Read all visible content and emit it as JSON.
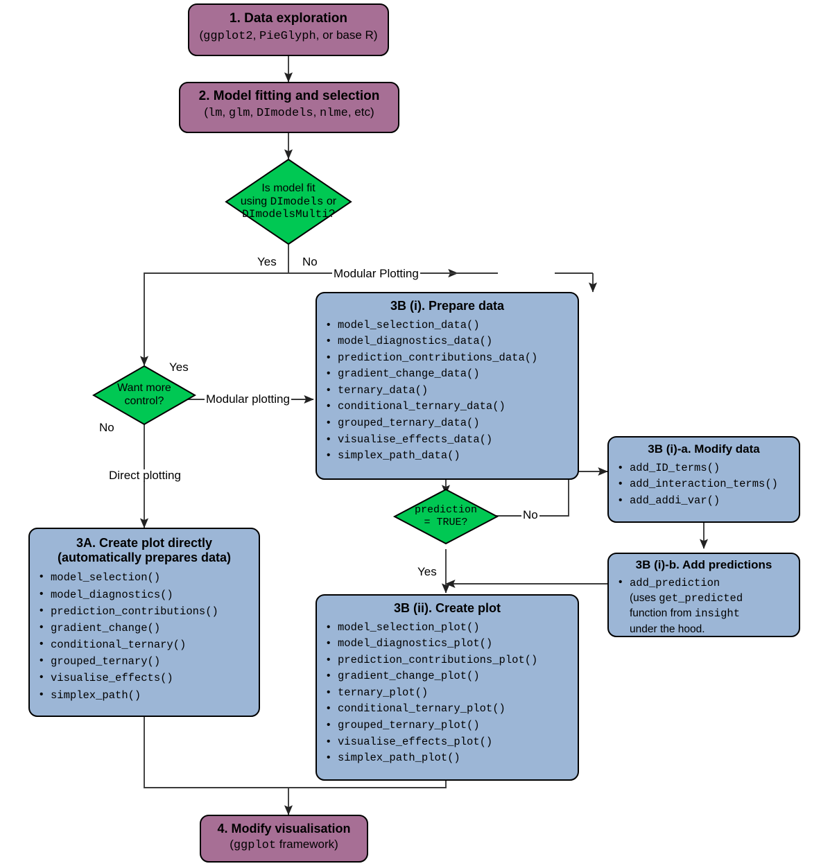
{
  "diagram": {
    "title": "DImodelsVis plotting workflow",
    "colors": {
      "step_box": "#a76f95",
      "function_box": "#9cb6d6",
      "decision": "#00c853",
      "outline": "#000000",
      "edge": "#3a3a3a"
    }
  },
  "nodes": {
    "step1": {
      "title": "1. Data exploration",
      "subtitle_parts": [
        "(",
        "ggplot2",
        ", ",
        "PieGlyph",
        ", or base R)"
      ],
      "subtitle": "(ggplot2, PieGlyph, or base R)"
    },
    "step2": {
      "title": "2. Model fitting and selection",
      "subtitle": "(lm, glm, DImodels, nlme, etc)"
    },
    "decision1": {
      "line1": "Is model fit",
      "line2_a": "using ",
      "line2_mono": "DImodels",
      "line2_b": " or",
      "line3_mono": "DImodelsMulti",
      "line3_b": "?",
      "text": "Is model fit using DImodels or DImodelsMulti?"
    },
    "decision2": {
      "line1": "Want more",
      "line2": "control?",
      "text": "Want more control?"
    },
    "decision3": {
      "line1": "prediction",
      "line2": "= TRUE?",
      "text": "prediction = TRUE?"
    },
    "step3a": {
      "title_line1": "3A. Create plot directly",
      "title_line2": "(automatically prepares data)",
      "items": [
        "model_selection()",
        "model_diagnostics()",
        "prediction_contributions()",
        "gradient_change()",
        "conditional_ternary()",
        "grouped_ternary()",
        "visualise_effects()",
        "simplex_path()"
      ]
    },
    "step3bi": {
      "title": "3B (i). Prepare data",
      "items": [
        "model_selection_data()",
        "model_diagnostics_data()",
        "prediction_contributions_data()",
        "gradient_change_data()",
        "ternary_data()",
        "conditional_ternary_data()",
        "grouped_ternary_data()",
        "visualise_effects_data()",
        "simplex_path_data()"
      ]
    },
    "step3bii": {
      "title": "3B (ii). Create plot",
      "items": [
        "model_selection_plot()",
        "model_diagnostics_plot()",
        "prediction_contributions_plot()",
        "gradient_change_plot()",
        "ternary_plot()",
        "conditional_ternary_plot()",
        "grouped_ternary_plot()",
        "visualise_effects_plot()",
        "simplex_path_plot()"
      ]
    },
    "step3bia": {
      "title": "3B (i)-a. Modify data",
      "items": [
        "add_ID_terms()",
        "add_interaction_terms()",
        "add_addi_var()"
      ]
    },
    "step3bib": {
      "title": "3B (i)-b. Add predictions",
      "bullet": {
        "line1_mono": "add_prediction",
        "line2_sans": "(uses ",
        "line2_mono": "get_predicted",
        "line3_sans": "function from ",
        "line3_mono": "insight",
        "line4_sans": "under the hood.",
        "text": "add_prediction (uses get_predicted function from insight under the hood."
      }
    },
    "step4": {
      "title": "4. Modify visualisation",
      "subtitle": "(ggplot framework)",
      "subtitle_mono": "ggplot",
      "subtitle_tail": " framework)"
    }
  },
  "edge_labels": {
    "d1_yes": "Yes",
    "d1_no": "No",
    "modular_plotting_upper": "Modular Plotting",
    "d2_yes": "Yes",
    "d2_no": "No",
    "modular_plotting_side": "Modular plotting",
    "direct_plotting": "Direct plotting",
    "d3_no": "No",
    "d3_yes": "Yes"
  }
}
